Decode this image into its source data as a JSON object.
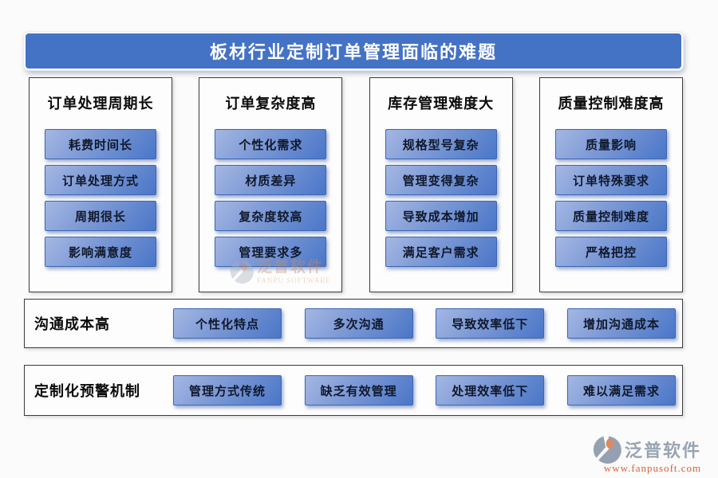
{
  "title": "板材行业定制订单管理面临的难题",
  "columns": [
    {
      "header": "订单处理周期长",
      "items": [
        "耗费时间长",
        "订单处理方式",
        "周期很长",
        "影响满意度"
      ]
    },
    {
      "header": "订单复杂度高",
      "items": [
        "个性化需求",
        "材质差异",
        "复杂度较高",
        "管理要求多"
      ]
    },
    {
      "header": "库存管理难度大",
      "items": [
        "规格型号复杂",
        "管理变得复杂",
        "导致成本增加",
        "满足客户需求"
      ]
    },
    {
      "header": "质量控制难度高",
      "items": [
        "质量影响",
        "订单特殊要求",
        "质量控制难度",
        "严格把控"
      ]
    }
  ],
  "rows": [
    {
      "label": "沟通成本高",
      "items": [
        "个性化特点",
        "多次沟通",
        "导致效率低下",
        "增加沟通成本"
      ]
    },
    {
      "label": "定制化预警机制",
      "items": [
        "管理方式传统",
        "缺乏有效管理",
        "处理效率低下",
        "难以满足需求"
      ]
    }
  ],
  "watermark": {
    "name": "泛普软件",
    "subtitle": "FANPU SOFTWARE"
  },
  "brand": {
    "name": "泛普软件",
    "url": "www.fanpusoft.com"
  },
  "colors": {
    "title_bar": "#4472C4",
    "chip_gradient_start": "#A4B7E3",
    "chip_gradient_end": "#4A76C8",
    "chip_border": "#3B67B4",
    "brand_gray": "#98A4B2",
    "brand_orange": "#D9603A"
  }
}
